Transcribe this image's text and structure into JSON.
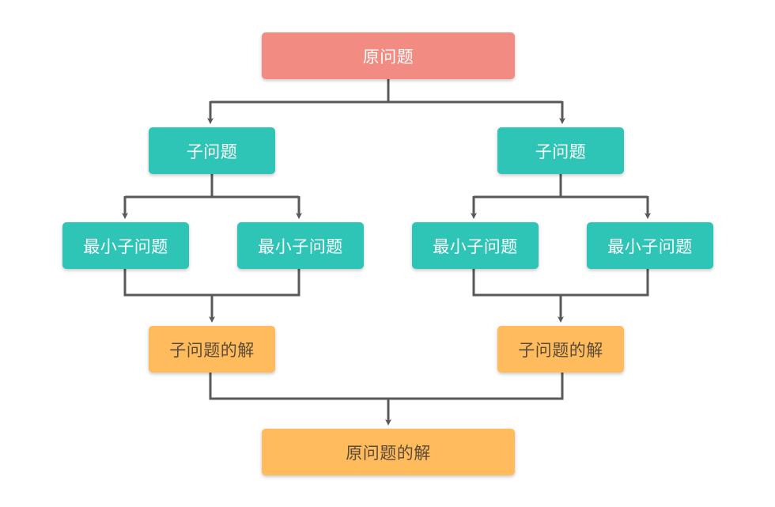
{
  "diagram": {
    "nodes": {
      "root": "原问题",
      "sub_left": "子问题",
      "sub_right": "子问题",
      "leaf_1": "最小子问题",
      "leaf_2": "最小子问题",
      "leaf_3": "最小子问题",
      "leaf_4": "最小子问题",
      "solution_left": "子问题的解",
      "solution_right": "子问题的解",
      "final_solution": "原问题的解"
    },
    "colors": {
      "root_fill": "#f28b82",
      "subproblem_fill": "#2ec4b6",
      "solution_fill": "#ffbb5c",
      "connector": "#595959"
    }
  }
}
